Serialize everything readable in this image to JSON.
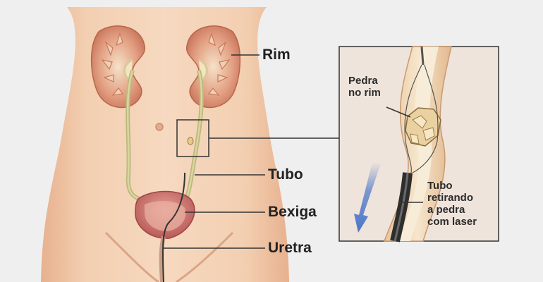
{
  "labels": {
    "rim": "Rim",
    "tubo": "Tubo",
    "bexiga": "Bexiga",
    "uretra": "Uretra"
  },
  "inset": {
    "stone_label_line1": "Pedra",
    "stone_label_line2": "no rim",
    "tube_label_line1": "Tubo",
    "tube_label_line2": "retirando",
    "tube_label_line3": "a pedra",
    "tube_label_line4": "com laser"
  },
  "colors": {
    "background": "#efefef",
    "skin": "#f1c9a8",
    "kidney": "#d98a6e",
    "ureter": "#c9c48a",
    "bladder": "#c96b6b",
    "arrow": "#4b76c8",
    "stone": "#e9c98e"
  }
}
